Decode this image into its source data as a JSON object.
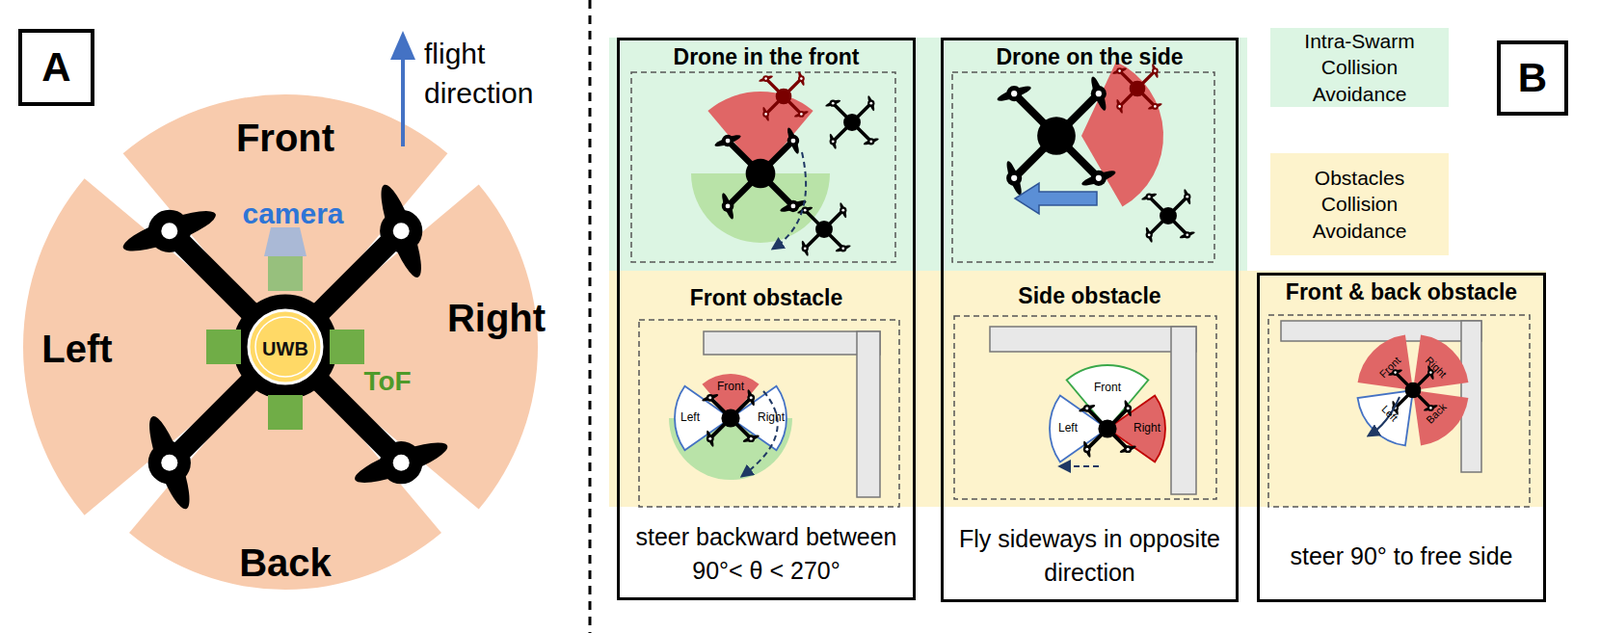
{
  "diagram": {
    "nodes": [
      {
        "text": [
          "A"
        ]
      },
      {
        "text": [
          "B"
        ]
      },
      {
        "text": [
          "steer backward between 90°< θ < 270°"
        ]
      },
      {
        "text": [
          "Drone in the front"
        ],
        "in": 2
      },
      {
        "text": [
          "Front obstacle"
        ],
        "in": 2
      },
      {
        "text": [
          "Fly sideways in opposite direction"
        ]
      },
      {
        "text": [
          "Drone on the side"
        ],
        "in": 5
      },
      {
        "text": [
          "Side obstacle"
        ],
        "in": 5
      },
      {
        "text": [
          "Front & back obstacle",
          "steer 90° to free side"
        ]
      }
    ],
    "labels": [
      "flight direction",
      "Front",
      "camera",
      "Left",
      "Right",
      "UWB",
      "ToF",
      "Back",
      "Front",
      "Left",
      "Right",
      "Front",
      "Left",
      "Right",
      "Front",
      "Right",
      "Left",
      "Back"
    ],
    "legend": [
      {
        "text": "Intra-Swarm Collision Avoidance",
        "color": "#dcf5e3"
      },
      {
        "text": "Obstacles Collision Avoidance",
        "color": "#fdf3cc"
      }
    ]
  }
}
